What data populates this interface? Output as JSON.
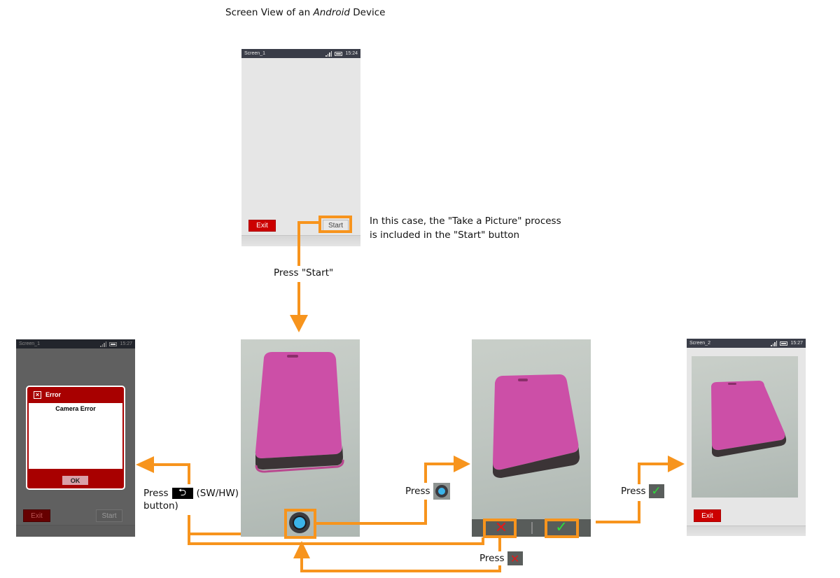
{
  "title": {
    "prefix": "Screen View of  an ",
    "emphasis": "Android",
    "suffix": " Device"
  },
  "accent_color": "#f7941d",
  "screens": {
    "screen1": {
      "status_title": "Screen_1",
      "time": "15:24",
      "exit_label": "Exit",
      "start_label": "Start"
    },
    "error_screen": {
      "status_title": "Screen_1",
      "time": "15:27",
      "dialog_title": "Error",
      "dialog_message": "Camera Error",
      "ok_label": "OK",
      "exit_label": "Exit",
      "start_label": "Start"
    },
    "camera_preview": {
      "shutter_icon": "shutter-button-icon"
    },
    "camera_review": {
      "cancel_icon": "x-icon",
      "confirm_icon": "check-icon"
    },
    "screen2": {
      "status_title": "Screen_2",
      "time": "15:27",
      "exit_label": "Exit"
    }
  },
  "annotations": {
    "note_line1": "In this case, the \"Take a Picture\" process",
    "note_line2": "is included in the \"Start\" button",
    "press_start": "Press \"Start\"",
    "press_back_prefix": "Press",
    "press_back_suffix": "(SW/HW)",
    "press_back_line2": "button)",
    "press_shutter": "Press",
    "press_check": "Press",
    "press_x": "Press"
  }
}
